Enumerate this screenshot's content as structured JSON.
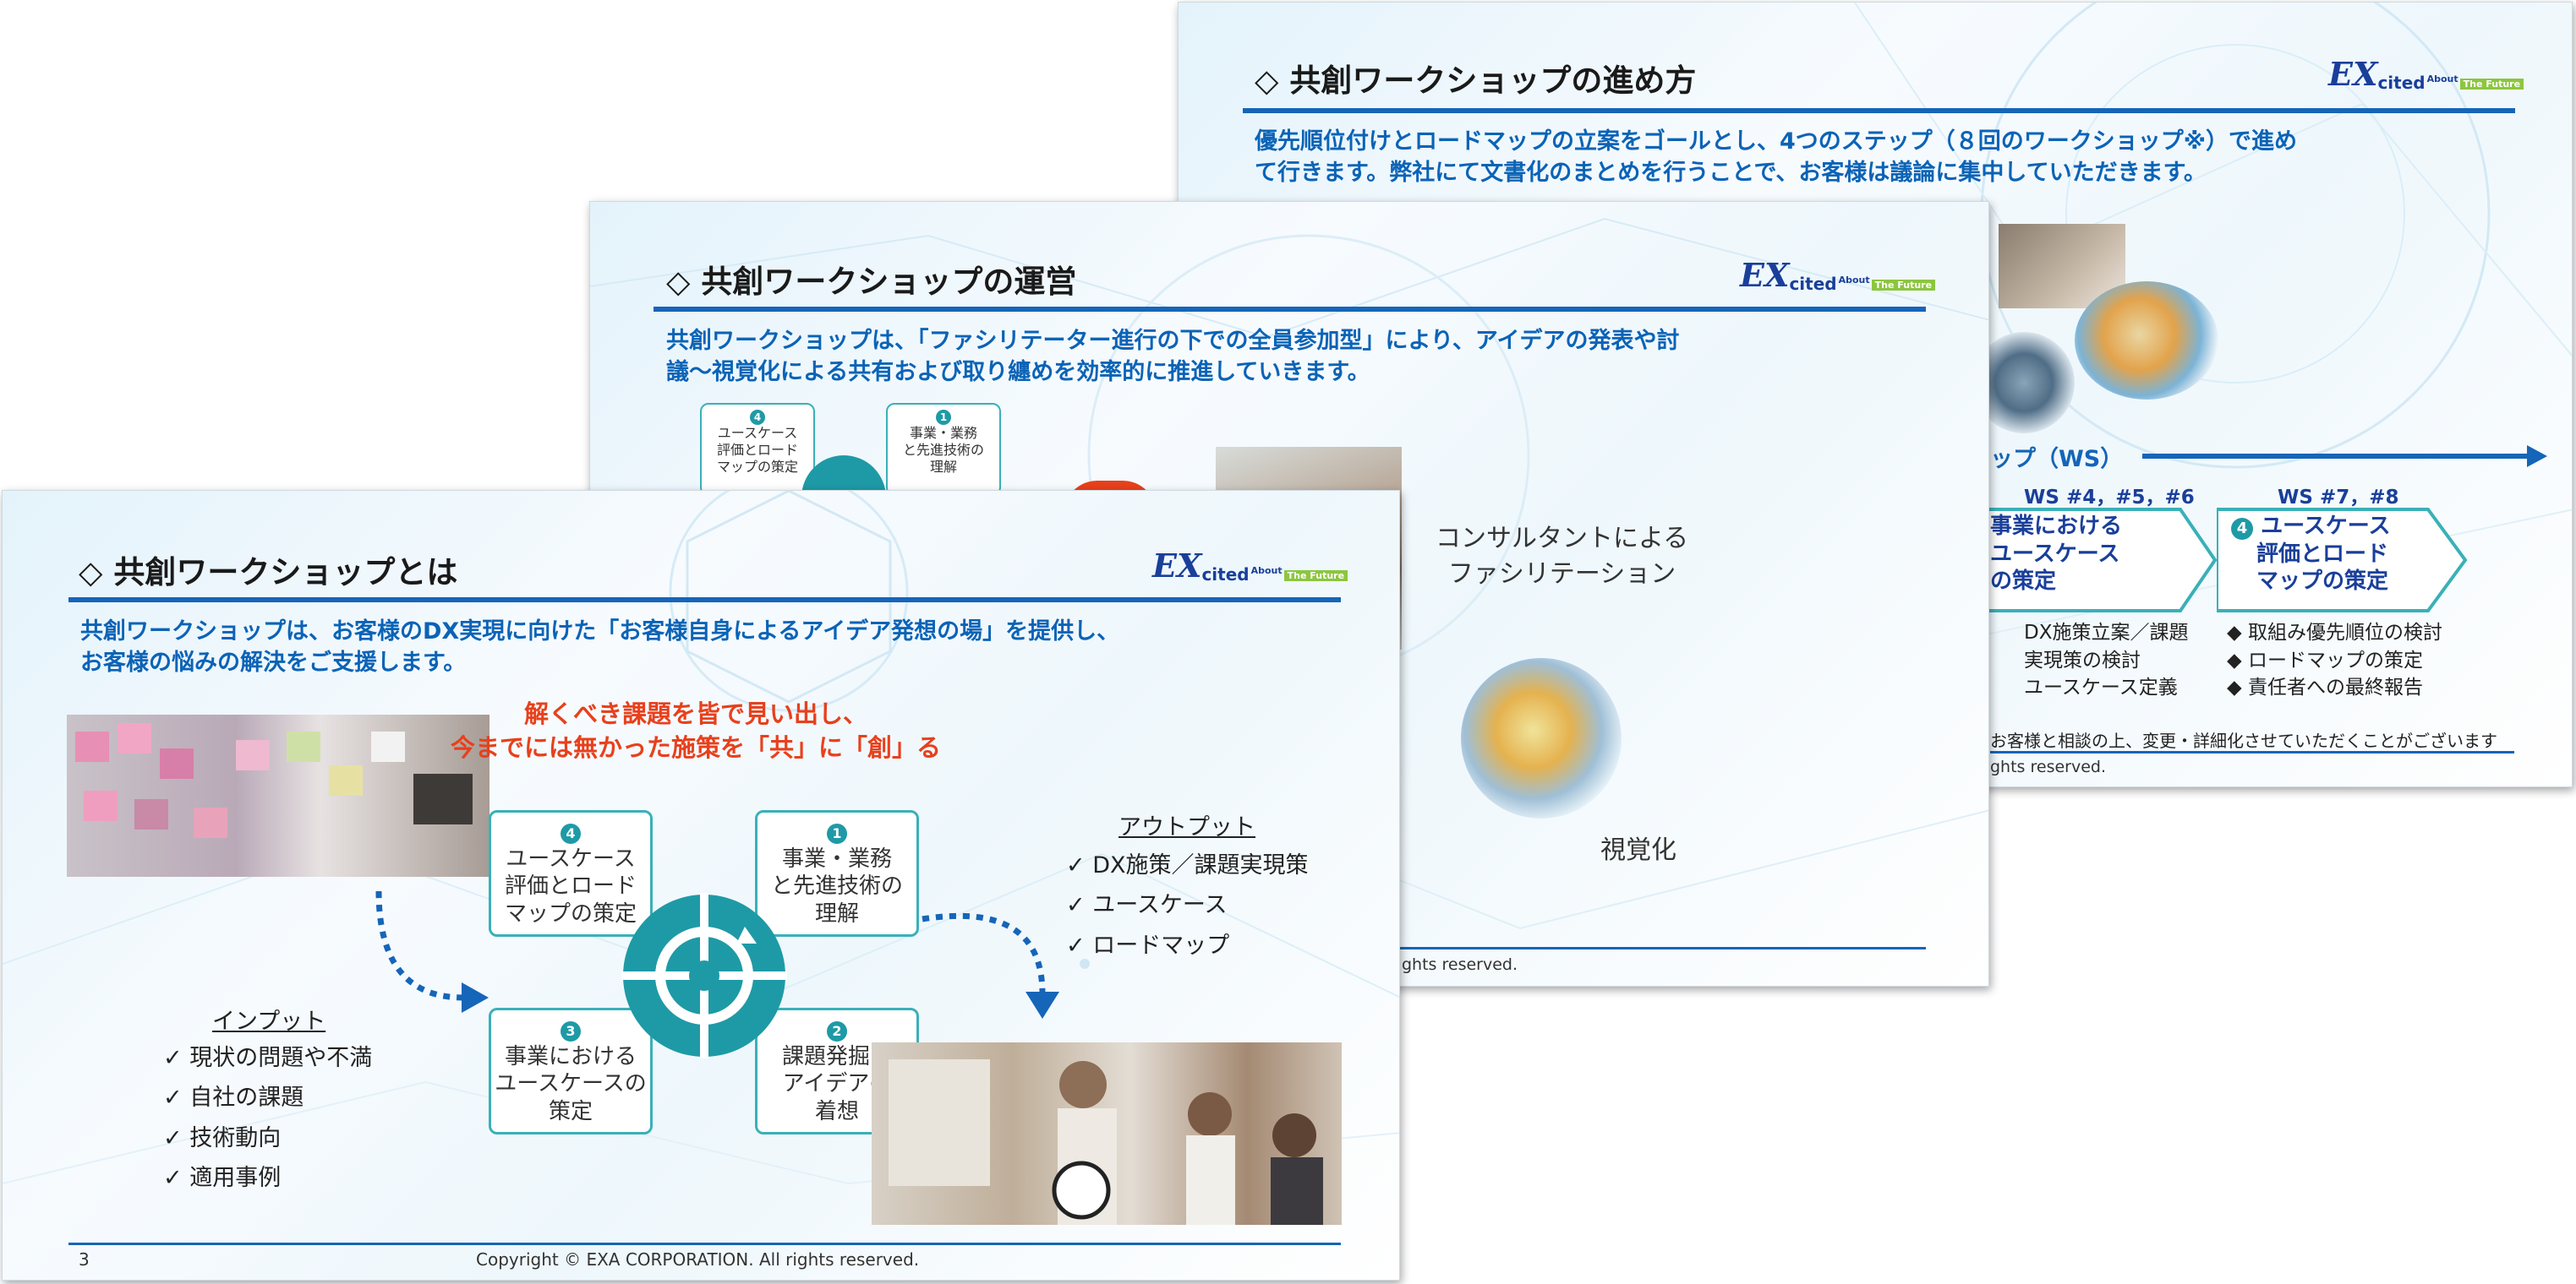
{
  "slide3": {
    "title": "◇ 共創ワークショップの進め方",
    "lead_line1": "優先順位付けとロードマップの立案をゴールとし、4つのステップ（８回のワークショップ※）で進め",
    "lead_line2": "て行きます。弊社にて文書化のまとめを行うことで、お客様は議論に集中していただきます。",
    "timeline_label": "ップ（WS）",
    "ws_col1_label": "WS #4，#5，#6",
    "ws_col2_label": "WS #7，#8",
    "step3_line1": "事業における",
    "step3_line2": "ユースケース",
    "step3_line3": "の策定",
    "step4_num": "4",
    "step4_line1": "ユースケース",
    "step4_line2": "評価とロード",
    "step4_line3": "マップの策定",
    "bullets_a": [
      "DX施策立案／課題",
      "実現策の検討",
      "ユースケース定義"
    ],
    "bullets_b": [
      "◆ 取組み優先順位の検討",
      "◆ ロードマップの策定",
      "◆ 責任者への最終報告"
    ],
    "note": "お客様と相談の上、変更・詳細化させていただくことがございます",
    "footer": "ghts reserved."
  },
  "slide2": {
    "title": "◇ 共創ワークショップの運営",
    "lead_line1": "共創ワークショップは、「ファシリテーター進行の下での全員参加型」により、アイデアの発表や討",
    "lead_line2": "議～視覚化による共有および取り纏めを効率的に推進していきます。",
    "box4_num": "4",
    "box4_lines": [
      "ユースケース",
      "評価とロード",
      "マップの策定"
    ],
    "box1_num": "1",
    "box1_lines": [
      "事業・業務",
      "と先進技術の",
      "理解"
    ],
    "consult_line1": "コンサルタントによる",
    "consult_line2": "ファシリテーション",
    "visual_label": "視覚化",
    "footer": "ghts reserved."
  },
  "slide1": {
    "title": "◇ 共創ワークショップとは",
    "lead_line1": "共創ワークショップは、お客様のDX実現に向けた「お客様自身によるアイデア発想の場」を提供し、",
    "lead_line2": "お客様の悩みの解決をご支援します。",
    "red_line1": "解くべき課題を皆で見い出し、",
    "red_line2": "今までには無かった施策を「共」に「創」る",
    "input_label": "インプット",
    "inputs": [
      "✓ 現状の問題や不満",
      "✓ 自社の課題",
      "✓ 技術動向",
      "✓ 適用事例"
    ],
    "output_label": "アウトプット",
    "outputs": [
      "✓ DX施策／課題実現策",
      "✓ ユースケース",
      "✓ ロードマップ"
    ],
    "step4": {
      "num": "4",
      "lines": [
        "ユースケース",
        "評価とロード",
        "マップの策定"
      ]
    },
    "step1": {
      "num": "1",
      "lines": [
        "事業・業務",
        "と先進技術の",
        "理解"
      ]
    },
    "step3": {
      "num": "3",
      "lines": [
        "事業における",
        "ユースケースの",
        "策定"
      ]
    },
    "step2": {
      "num": "2",
      "lines": [
        "課題発掘と",
        "アイデアの",
        "着想"
      ]
    },
    "page_number": "3",
    "copyright": "Copyright © EXA CORPORATION. All rights reserved."
  },
  "logo": {
    "ex": "EX",
    "cited": "cited",
    "about": "About",
    "tag": "The Future"
  },
  "colors": {
    "accent": "#1565b8",
    "lead": "#0b63b6",
    "teal": "#1e9aa6",
    "red": "#e8401c",
    "green": "#8cc63f"
  }
}
